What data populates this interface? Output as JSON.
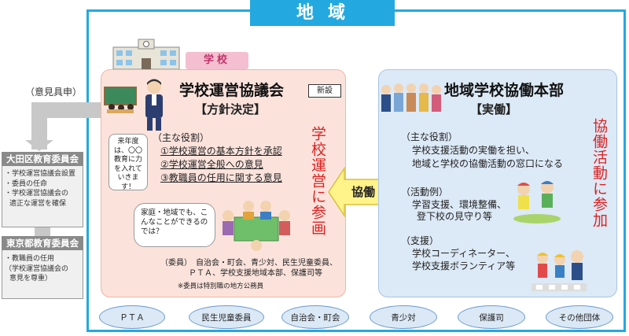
{
  "region": {
    "title": "地域"
  },
  "left": {
    "opinion_label": "（意見具申）",
    "board_ota": {
      "title": "大田区教育委員会",
      "items": [
        "・学校運営協議会設置",
        "・委員の任命",
        "・学校運営協議会の",
        "適正な運営を確保"
      ]
    },
    "board_tokyo": {
      "title": "東京都教育委員会",
      "items": [
        "・教職員の任用",
        "（学校運営協議会の",
        "意見を尊重）"
      ]
    }
  },
  "school": {
    "tag": "学校",
    "title": "学校運営協議会",
    "new_badge": "新設",
    "subtitle": "【方針決定】",
    "roles_head": "（主な役割）",
    "roles": [
      "①学校運営の基本方針を承認",
      "②学校運営全般への意見",
      "③教職員の任用に関する意見"
    ],
    "vertical": "学校運営に参画",
    "speech_teacher": "来年度は、〇〇教育に力を入れていきます！",
    "speech_residents": "家庭・地域でも、こんなことができるのでは？",
    "members_line1": "（委員）　自治会・町会、青少対、民生児童委員、",
    "members_line2": "ＰＴＡ、学校支援地域本部、保護司等",
    "members_note": "※委員は特別職の地方公務員"
  },
  "cooperation": {
    "label": "協働"
  },
  "community_hq": {
    "title": "地域学校協働本部",
    "subtitle": "【実働】",
    "roles_head": "（主な役割）",
    "roles": [
      "学校支援活動の実働を担い、",
      "地域と学校の協働活動の窓口になる"
    ],
    "examples_head": "（活動例）",
    "examples": [
      "学習支援、環境整備、",
      "登下校の見守り等"
    ],
    "support_head": "（支援）",
    "support": [
      "学校コーディネーター、",
      "学校支援ボランティア等"
    ],
    "vertical": "協働活動に参加"
  },
  "bottom_groups": [
    "ＰＴＡ",
    "民生児童委員",
    "自治会・町会",
    "青少対",
    "保護司",
    "その他団体"
  ],
  "colors": {
    "frame": "#23a9e0",
    "school_box": "#fbe3dc",
    "hq_box": "#dce9f6",
    "accent_red": "#dd2222",
    "coop_arrow": "#fff38a"
  }
}
